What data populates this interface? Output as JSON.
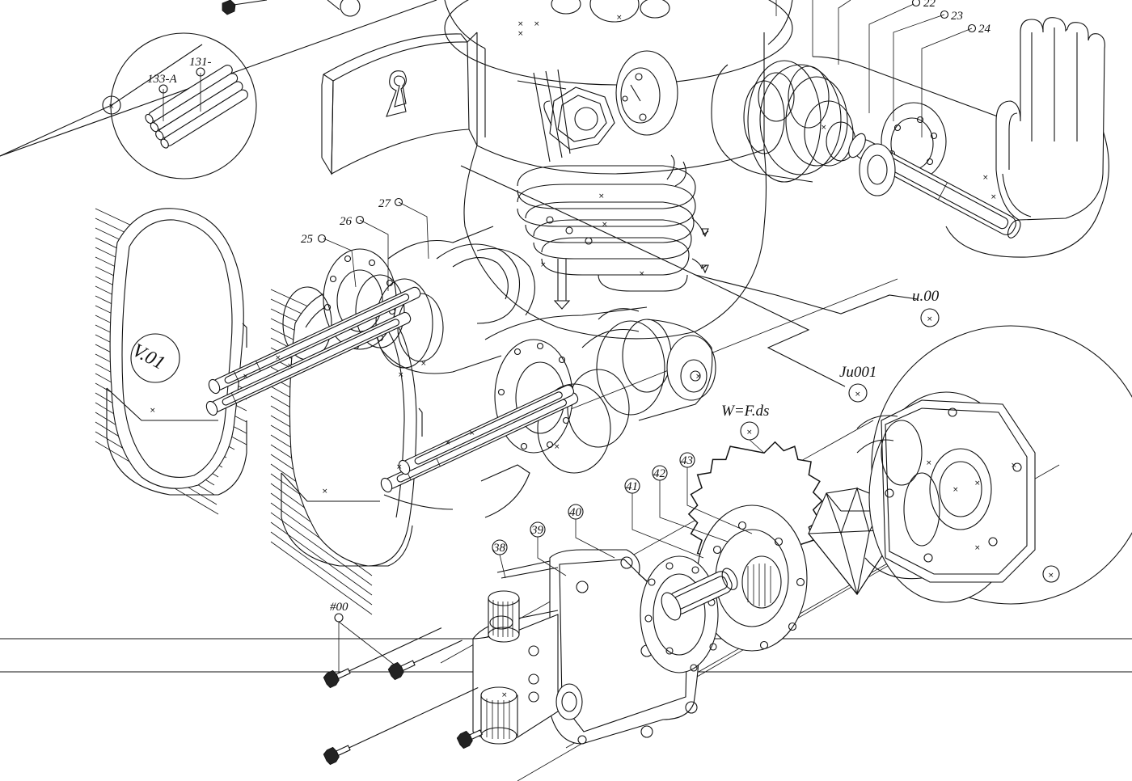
{
  "drawing": {
    "callouts": {
      "c133a": "133-A",
      "c131": "131-",
      "c22": "22",
      "c23": "23",
      "c24": "24",
      "c25": "25",
      "c26": "26",
      "c27": "27",
      "c38": "38",
      "c39": "39",
      "c40": "40",
      "c41": "41",
      "c42": "42",
      "c43": "43",
      "c00": "#00"
    },
    "labels": {
      "u00": "u.00",
      "j001": "Ju001",
      "formula": "W=F.ds",
      "v01": "V.01"
    },
    "colors": {
      "ink": "#111111",
      "paper": "#ffffff"
    }
  }
}
